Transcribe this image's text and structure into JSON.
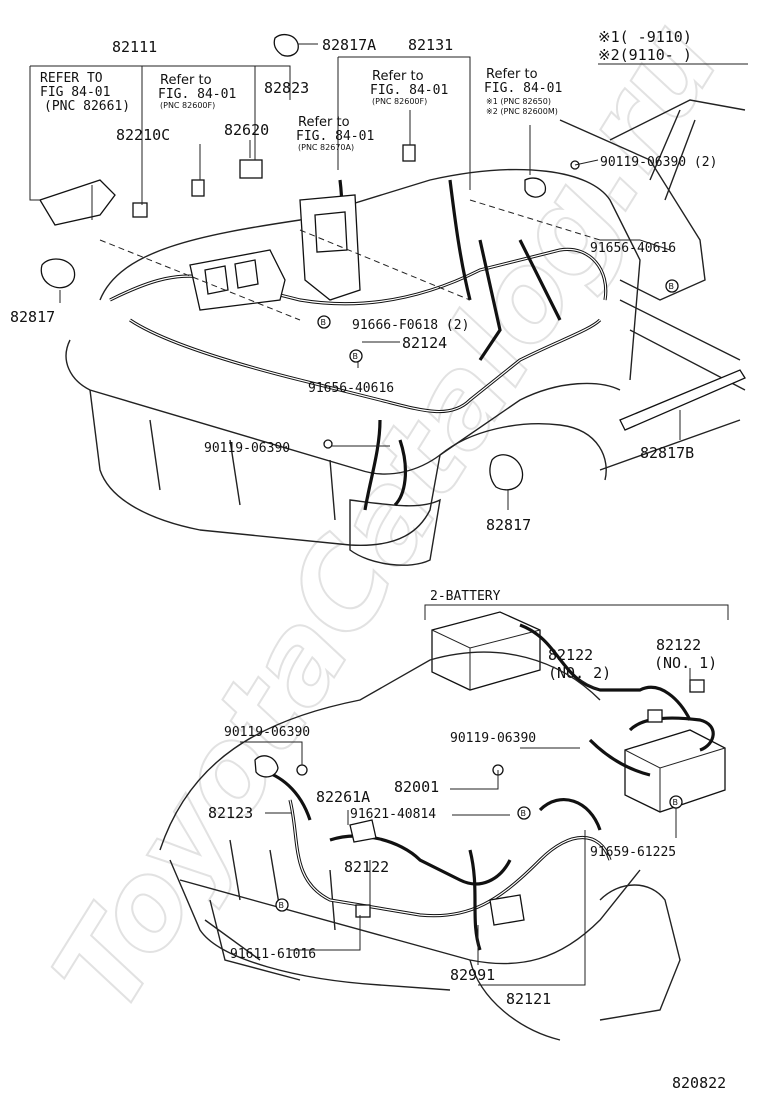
{
  "watermark": "ToyotaCatalog.ru",
  "legend": {
    "note1": "※1(      -9110)",
    "note2": "※2(9110-      )"
  },
  "labels": {
    "p82111": "82111",
    "p82817A": "82817A",
    "p82131": "82131",
    "p82823": "82823",
    "p82210C": "82210C",
    "p82620": "82620",
    "p82817_left": "82817",
    "p82817_mid": "82817",
    "p82817B": "82817B",
    "p90119_top": "90119-06390 (2)",
    "p91656_right": "91656-40616",
    "p91666": "91666-F0618 (2)",
    "p82124": "82124",
    "p91656_mid": "91656-40616",
    "p90119_mid": "90119-06390",
    "p90119_bl": "90119-06390",
    "p90119_bc": "90119-06390",
    "p82123": "82123",
    "p82261A": "82261A",
    "p82001": "82001",
    "p91621": "91621-40814",
    "p82122_bottom": "82122",
    "p91611": "91611-61016",
    "p82991": "82991",
    "p82121": "82121",
    "p91659": "91659-61225",
    "p82122_no2": "82122",
    "p82122_no2_sub": "(NO. 2)",
    "p82122_no1": "82122",
    "p82122_no1_sub": "(NO. 1)",
    "battery_title": "2-BATTERY",
    "page_code": "820822"
  },
  "refs": {
    "left": {
      "l1": "REFER TO",
      "l2": "FIG 84-01",
      "l3": "(PNC 82661)"
    },
    "mid1": {
      "l1": "Refer to",
      "l2": "FIG. 84-01",
      "l3": "(PNC 82600F)"
    },
    "mid2": {
      "l1": "Refer to",
      "l2": "FIG. 84-01",
      "l3": "(PNC 82670A)"
    },
    "mid3": {
      "l1": "Refer to",
      "l2": "FIG. 84-01",
      "l3": "(PNC 82600F)"
    },
    "right": {
      "l1": "Refer to",
      "l2": "FIG. 84-01",
      "l3": "※1 (PNC 82650)",
      "l4": "※2 (PNC 82600M)"
    }
  },
  "markers": {
    "b": "B"
  }
}
